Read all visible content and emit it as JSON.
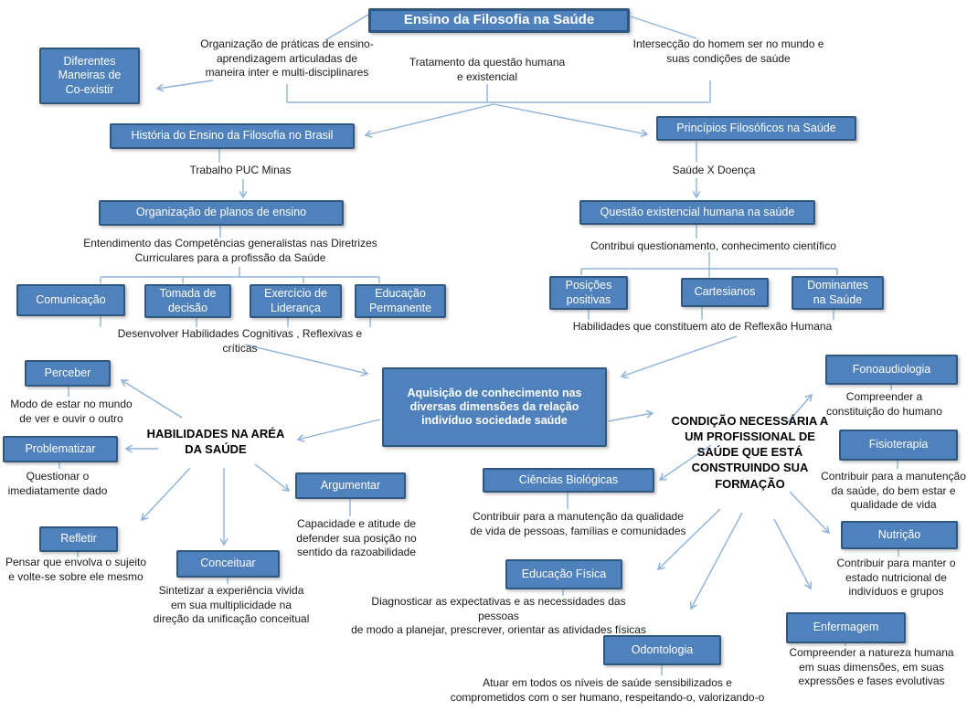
{
  "colors": {
    "box_fill": "#4f81bd",
    "box_border": "#2f5780",
    "box_text": "#ffffff",
    "connector": "#8fb3da",
    "text": "#1a1a1a",
    "background": "#ffffff"
  },
  "nodes": {
    "titulo": "Ensino da Filosofia na Saúde",
    "diferentes": "Diferentes\nManeiras de\nCo-existir",
    "historia": "História do Ensino da Filosofia no Brasil",
    "principios": "Princípios Filosóficos na Saúde",
    "org_planos": "Organização de planos de ensino",
    "comunicacao": "Comunicação",
    "tomada": "Tomada de\ndecisão",
    "exercicio": "Exercício de\nLiderança",
    "educacao_permanente": "Educação\nPermanente",
    "questao": "Questão existencial humana na saúde",
    "posicoes": "Posições\npositivas",
    "cartesianos": "Cartesianos",
    "dominantes": "Dominantes\nna Saúde",
    "aquisicao": "Aquisição de conhecimento nas\ndiversas dimensões da relação\nindivíduo sociedade saúde",
    "perceber": "Perceber",
    "problematizar": "Problematizar",
    "refletir": "Refletir",
    "conceituar": "Conceituar",
    "argumentar": "Argumentar",
    "ciencias": "Ciências Biológicas",
    "edfisica": "Educação Física",
    "odontologia": "Odontologia",
    "fonoaudiologia": "Fonoaudiologia",
    "fisioterapia": "Fisioterapia",
    "nutricao": "Nutrição",
    "enfermagem": "Enfermagem"
  },
  "hubs": {
    "habilidades": "HABILIDADES NA ARÉA\nDA SAÚDE",
    "condicao": "CONDIÇÃO NECESSÁRIA A\nUM PROFISSIONAL DE\nSAÚDE QUE ESTÁ\nCONSTRUINDO SUA\nFORMAÇÃO"
  },
  "annotations": {
    "org_praticas": "Organização de práticas de ensino-\naprendizagem articuladas de\nmaneira inter e multi-disciplinares",
    "tratamento": "Tratamento da questão humana\ne existencial",
    "interseccao": "Intersecção do homem ser no mundo e\nsuas condições de saúde",
    "trabalho_puc": "Trabalho PUC Minas",
    "saude_doenca": "Saúde X Doença",
    "entendimento": "Entendimento das Competências generalistas nas Diretrizes\nCurriculares para a profissão da Saúde",
    "desenvolver": "Desenvolver Habilidades Cognitivas , Reflexivas e críticas",
    "contribui": "Contribui questionamento, conhecimento científico",
    "habilidades_ref": "Habilidades que constituem ato de Reflexão Humana",
    "modo": "Modo de estar no mundo\nde ver e ouvir o outro",
    "questionar": "Questionar o\nimediatamente dado",
    "pensar": "Pensar que envolva o sujeito\ne volte-se sobre ele mesmo",
    "sintetizar": "Sintetizar a experiência vivida\nem sua multiplicidade na\ndireção da unificação conceitual",
    "capacidade": "Capacidade e atitude de\ndefender sua posição no\nsentido da razoabilidade",
    "contribuir_qualidade": "Contribuir para a manutenção da qualidade\nde vida de pessoas, famílias e comunidades",
    "diagnosticar": "Diagnosticar as expectativas e as necessidades das pessoas\nde modo a planejar, prescrever, orientar as atividades físicas",
    "atuar": "Atuar em todos os níveis de saúde sensibilizados e\ncomprometidos com o ser humano, respeitando-o, valorizando-o",
    "compreender_const": "Compreender a\nconstituição do humano",
    "contribuir_manut": "Contribuir para a manutenção\nda saúde, do bem estar e\nqualidade de vida",
    "contribuir_manter": "Contribuir para manter o\nestado nutricional de\nindivíduos e grupos",
    "compreender_natureza": "Compreender a natureza humana\nem suas dimensões, em suas\nexpressões e fases evolutivas"
  }
}
